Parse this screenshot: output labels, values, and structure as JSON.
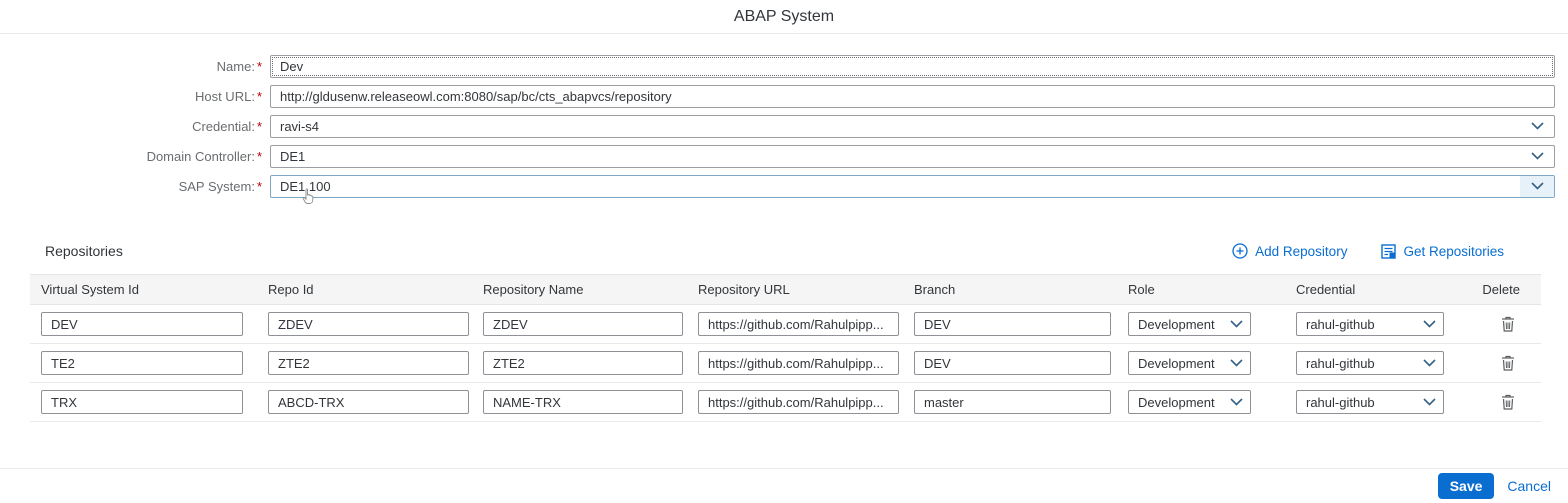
{
  "dialog": {
    "title": "ABAP System"
  },
  "form": {
    "required_marker": "*",
    "fields": [
      {
        "label": "Name:",
        "value": "Dev",
        "type": "input"
      },
      {
        "label": "Host URL:",
        "value": "http://gldusenw.releaseowl.com:8080/sap/bc/cts_abapvcs/repository",
        "type": "input"
      },
      {
        "label": "Credential:",
        "value": "ravi-s4",
        "type": "select"
      },
      {
        "label": "Domain Controller:",
        "value": "DE1",
        "type": "select"
      },
      {
        "label": "SAP System:",
        "value": "DE1.100",
        "type": "select",
        "focused": true
      }
    ]
  },
  "repositories": {
    "section_title": "Repositories",
    "actions": {
      "add": "Add Repository",
      "get": "Get Repositories"
    },
    "columns": [
      "Virtual System Id",
      "Repo Id",
      "Repository Name",
      "Repository URL",
      "Branch",
      "Role",
      "Credential",
      "Delete"
    ],
    "rows": [
      {
        "virtual_system_id": "DEV",
        "repo_id": "ZDEV",
        "repository_name": "ZDEV",
        "repository_url": "https://github.com/Rahulpipp...",
        "branch": "DEV",
        "role": "Development",
        "credential": "rahul-github"
      },
      {
        "virtual_system_id": "TE2",
        "repo_id": "ZTE2",
        "repository_name": "ZTE2",
        "repository_url": "https://github.com/Rahulpipp...",
        "branch": "DEV",
        "role": "Development",
        "credential": "rahul-github"
      },
      {
        "virtual_system_id": "TRX",
        "repo_id": "ABCD-TRX",
        "repository_name": "NAME-TRX",
        "repository_url": "https://github.com/Rahulpipp...",
        "branch": "master",
        "role": "Development",
        "credential": "rahul-github"
      }
    ]
  },
  "footer": {
    "save": "Save",
    "cancel": "Cancel"
  },
  "icons": {
    "add": "plus-circle-icon",
    "get": "repositories-list-icon",
    "dropdown": "chevron-down-icon",
    "delete": "trash-icon",
    "cursor": "hand-pointer-icon"
  },
  "colors": {
    "accent": "#0a6ed1",
    "required": "#bb0000",
    "label": "#6a6d70",
    "text": "#32363a",
    "focus_border": "#7ea8c6"
  }
}
